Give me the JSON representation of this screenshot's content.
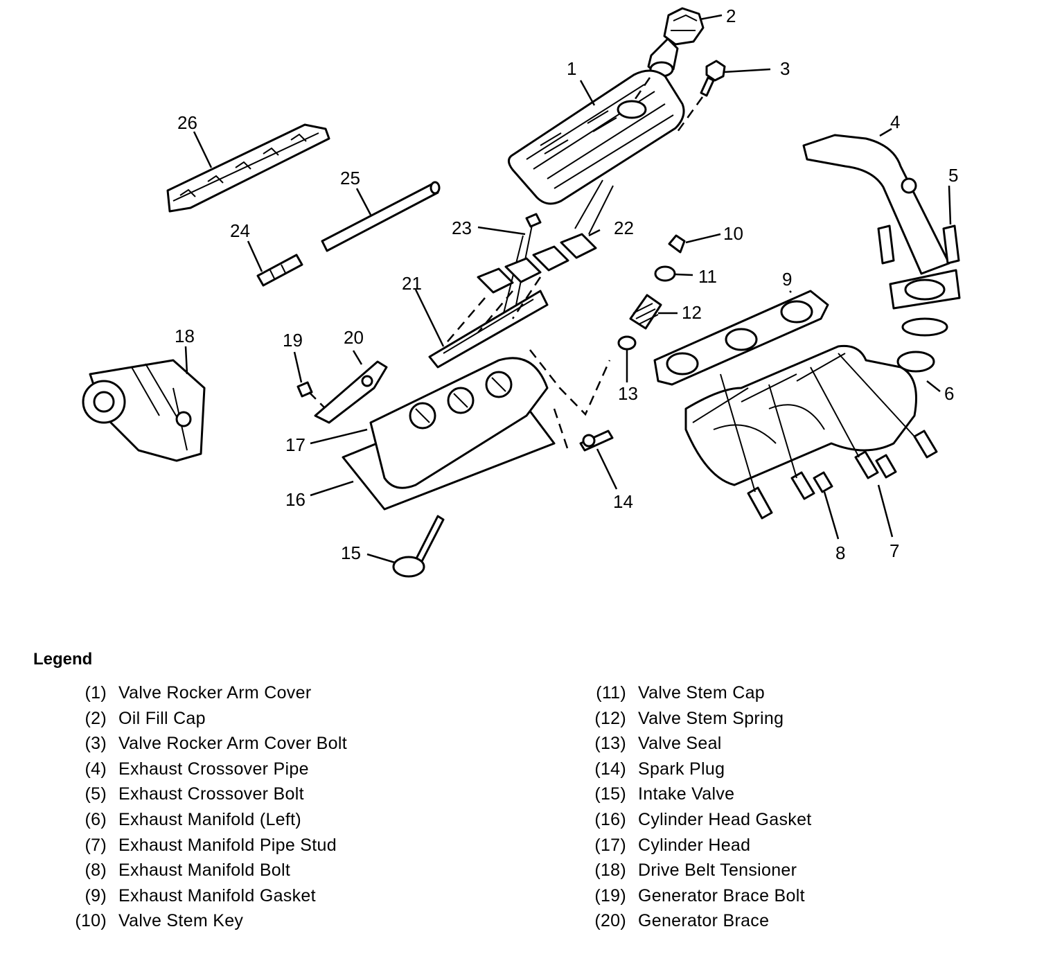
{
  "callouts": [
    "1",
    "2",
    "3",
    "4",
    "5",
    "6",
    "7",
    "8",
    "9",
    "10",
    "11",
    "12",
    "13",
    "14",
    "15",
    "16",
    "17",
    "18",
    "19",
    "20",
    "21",
    "22",
    "23",
    "24",
    "25",
    "26"
  ],
  "legend": {
    "title": "Legend",
    "left": [
      {
        "num": "(1)",
        "label": "Valve Rocker Arm Cover"
      },
      {
        "num": "(2)",
        "label": "Oil Fill Cap"
      },
      {
        "num": "(3)",
        "label": "Valve Rocker Arm Cover Bolt"
      },
      {
        "num": "(4)",
        "label": "Exhaust Crossover Pipe"
      },
      {
        "num": "(5)",
        "label": "Exhaust Crossover Bolt"
      },
      {
        "num": "(6)",
        "label": "Exhaust Manifold (Left)"
      },
      {
        "num": "(7)",
        "label": "Exhaust Manifold Pipe Stud"
      },
      {
        "num": "(8)",
        "label": "Exhaust Manifold Bolt"
      },
      {
        "num": "(9)",
        "label": "Exhaust Manifold Gasket"
      },
      {
        "num": "(10)",
        "label": "Valve Stem Key"
      }
    ],
    "right": [
      {
        "num": "(11)",
        "label": "Valve Stem Cap"
      },
      {
        "num": "(12)",
        "label": "Valve Stem Spring"
      },
      {
        "num": "(13)",
        "label": "Valve Seal"
      },
      {
        "num": "(14)",
        "label": "Spark Plug"
      },
      {
        "num": "(15)",
        "label": "Intake Valve"
      },
      {
        "num": "(16)",
        "label": "Cylinder Head Gasket"
      },
      {
        "num": "(17)",
        "label": "Cylinder Head"
      },
      {
        "num": "(18)",
        "label": "Drive Belt Tensioner"
      },
      {
        "num": "(19)",
        "label": "Generator Brace Bolt"
      },
      {
        "num": "(20)",
        "label": "Generator Brace"
      }
    ]
  }
}
